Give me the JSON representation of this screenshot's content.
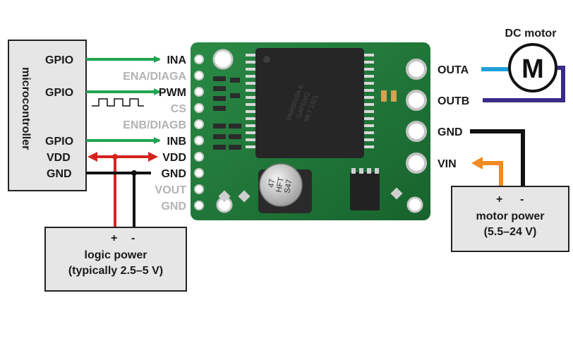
{
  "colors": {
    "signal_arrow": "#1fa550",
    "vdd_wire": "#d7231f",
    "gnd_wire": "#111111",
    "outa_wire": "#1fa0dc",
    "outb_wire": "#3c2a8a",
    "vin_wire": "#f08a22",
    "pcb": "#1f7a3a",
    "box_fill": "#e6e6e6",
    "disabled_label": "#b3b3b3"
  },
  "microcontroller": {
    "title": "microcontroller",
    "pins": [
      "GPIO",
      "GPIO",
      "GPIO",
      "VDD",
      "GND"
    ]
  },
  "board": {
    "left_pins": [
      {
        "label": "INA",
        "active": true
      },
      {
        "label": "ENA/DIAGA",
        "active": false
      },
      {
        "label": "PWM",
        "active": true
      },
      {
        "label": "CS",
        "active": false
      },
      {
        "label": "ENB/DIAGB",
        "active": false
      },
      {
        "label": "INB",
        "active": true
      },
      {
        "label": "VDD",
        "active": true
      },
      {
        "label": "GND",
        "active": true
      },
      {
        "label": "VOUT",
        "active": false
      },
      {
        "label": "GND",
        "active": false
      }
    ],
    "right_pins": [
      "OUTA",
      "OUTB",
      "GND",
      "VIN"
    ],
    "capacitor_text": [
      "47",
      "HFT",
      "S47"
    ],
    "chip_text": [
      "VNH5019A-E",
      "GAPGVQ",
      "MLT 1321"
    ]
  },
  "motor": {
    "title": "DC motor",
    "symbol": "M"
  },
  "logic_power": {
    "plus": "+",
    "minus": "-",
    "line1": "logic power",
    "line2": "(typically 2.5–5 V)"
  },
  "motor_power": {
    "plus": "+",
    "minus": "-",
    "line1": "motor power",
    "line2": "(5.5–24 V)"
  }
}
